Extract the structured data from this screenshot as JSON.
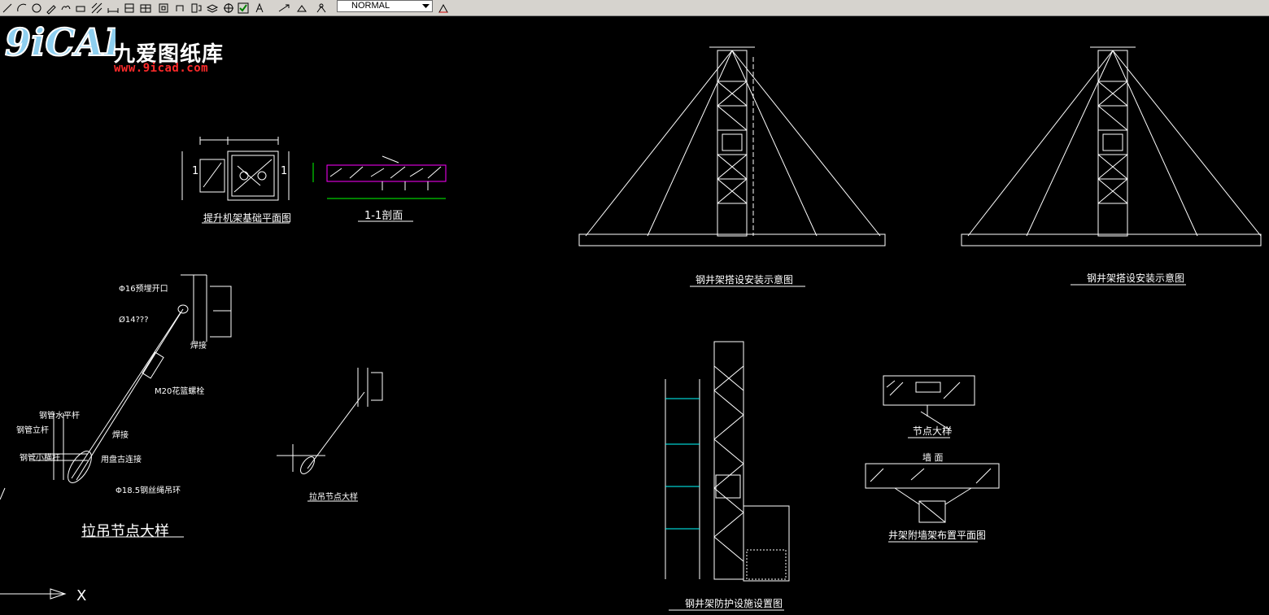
{
  "toolbar": {
    "text_style_value": "NORMAL"
  },
  "logo": {
    "brand_cn": "九爱图纸库",
    "url": "www.9icad.com"
  },
  "drawing": {
    "foundation_plan_title": "提升机架基础平面图",
    "section_title": "1-1剖面",
    "section_mark": "1",
    "detail_large_title": "拉吊节点大样",
    "detail_large_labels": {
      "reserved_opening": "Φ16预埋开口",
      "steel_rope": "Ø14???",
      "weld": "焊接",
      "turnbuckle": "M20花篮螺栓",
      "horizontal_bar": "钢管水平杆",
      "vertical_bar": "钢管立杆",
      "small_crossbar": "钢管小横杆",
      "weld2": "焊接",
      "clamp_connect": "用盘古连接",
      "rope_ring": "Φ18.5钢丝绳吊环"
    },
    "detail_small_title": "拉吊节点大样",
    "install_diagram_title_1": "钢井架搭设安装示意图",
    "install_diagram_title_2": "钢井架搭设安装示意图",
    "protection_title": "钢井架防护设施设置图",
    "node_detail_title": "节点大样",
    "wall_attach_title": "井架附墙架布置平面图",
    "wall_attach_label": "墙  面",
    "x_axis_label": "X"
  },
  "colors": {
    "toolbar_bg": "#d6d3ce",
    "canvas_bg": "#000000",
    "line": "#ffffff",
    "dim_green": "#00ff00",
    "accent_magenta": "#ff00ff",
    "cyan": "#00ffff",
    "url_red": "#ff2a2a"
  }
}
